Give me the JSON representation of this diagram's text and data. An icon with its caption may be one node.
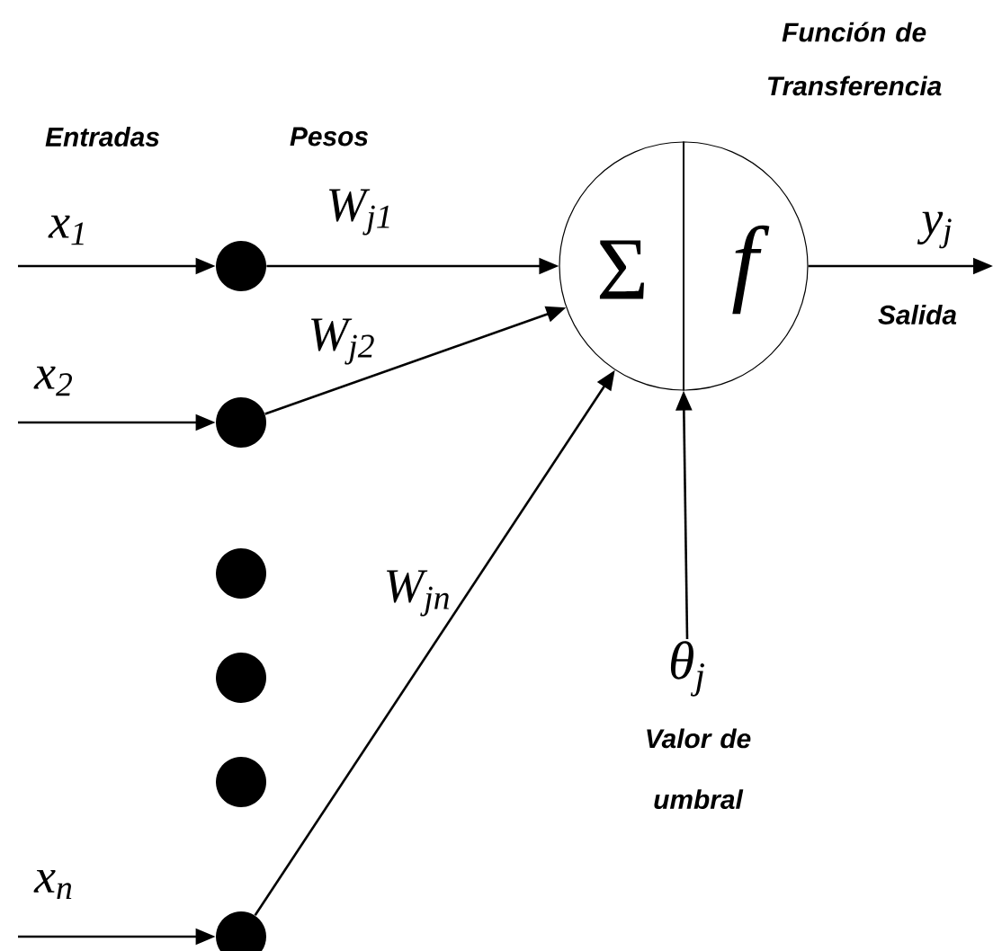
{
  "diagram": {
    "nodes": [
      {
        "text": [],
        "shape": "circle"
      },
      {
        "text": [],
        "shape": "circle"
      },
      {
        "text": [],
        "shape": "circle"
      },
      {
        "text": [],
        "shape": "circle"
      },
      {
        "text": [],
        "shape": "circle"
      },
      {
        "text": [],
        "shape": "circle"
      },
      {
        "text": [
          "Σ",
          "f"
        ],
        "beside": [
          "Función de Transferencia"
        ]
      },
      {
        "text": [
          "θ$_{j}$"
        ],
        "beside": [
          "Valor de umbral"
        ]
      }
    ],
    "edges": [
      {
        "from": null,
        "to": 0,
        "arrow": "to",
        "label": "x$_{1}$"
      },
      {
        "from": null,
        "to": 1,
        "arrow": "to",
        "label": "x$_{2}$"
      },
      {
        "from": null,
        "to": 5,
        "arrow": "to",
        "label": "x$_{n}$"
      },
      {
        "from": 0,
        "to": 6,
        "arrow": "to",
        "label": "W$_{j1}$"
      },
      {
        "from": 1,
        "to": 6,
        "arrow": "to",
        "label": "W$_{j2}$"
      },
      {
        "from": 5,
        "to": 6,
        "arrow": "to",
        "label": "W$_{jn}$"
      },
      {
        "from": 6,
        "to": null,
        "arrow": "to",
        "label": "y$_{j}$"
      },
      {
        "from": 7,
        "to": 6,
        "arrow": "to"
      }
    ],
    "labels": [
      "Entradas",
      "Pesos",
      "Salida"
    ]
  }
}
